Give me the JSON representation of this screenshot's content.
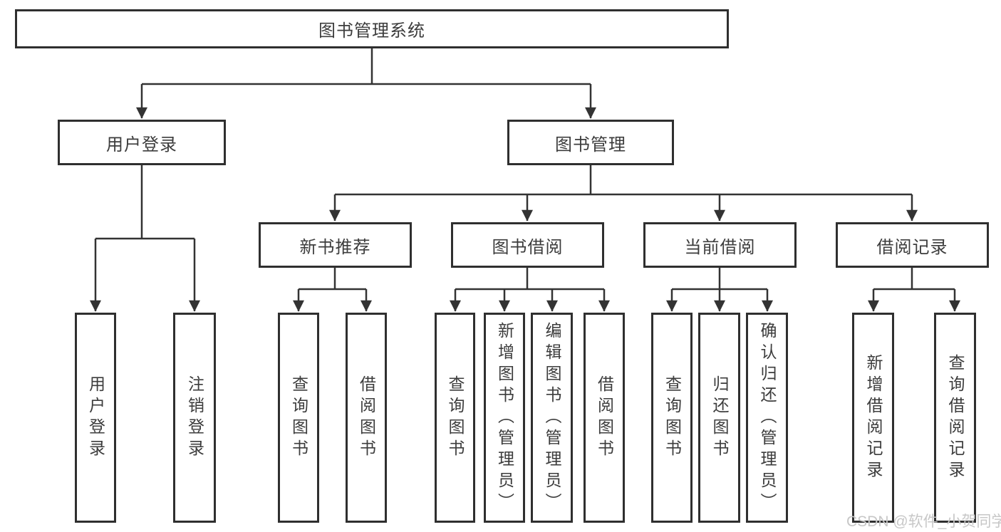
{
  "tree": {
    "root": {
      "label": "图书管理系统",
      "children": [
        {
          "label": "用户登录",
          "children": [
            {
              "label": "用户登录"
            },
            {
              "label": "注销登录"
            }
          ]
        },
        {
          "label": "图书管理",
          "children": [
            {
              "label": "新书推荐",
              "children": [
                {
                  "label": "查询图书"
                },
                {
                  "label": "借阅图书"
                }
              ]
            },
            {
              "label": "图书借阅",
              "children": [
                {
                  "label": "查询图书"
                },
                {
                  "label": "新增图书（管理员）"
                },
                {
                  "label": "编辑图书（管理员）"
                },
                {
                  "label": "借阅图书"
                }
              ]
            },
            {
              "label": "当前借阅",
              "children": [
                {
                  "label": "查询图书"
                },
                {
                  "label": "归还图书"
                },
                {
                  "label": "确认归还（管理员）"
                }
              ]
            },
            {
              "label": "借阅记录",
              "children": [
                {
                  "label": "新增借阅记录"
                },
                {
                  "label": "查询借阅记录"
                }
              ]
            }
          ]
        }
      ]
    }
  },
  "watermark": {
    "text": "CSDN @软件_小贺同学"
  },
  "colors": {
    "line": "#333333",
    "box_border": "#2f2f2f",
    "text": "#3c3c3c",
    "watermark": "#c7c7c7",
    "background": "#ffffff"
  }
}
